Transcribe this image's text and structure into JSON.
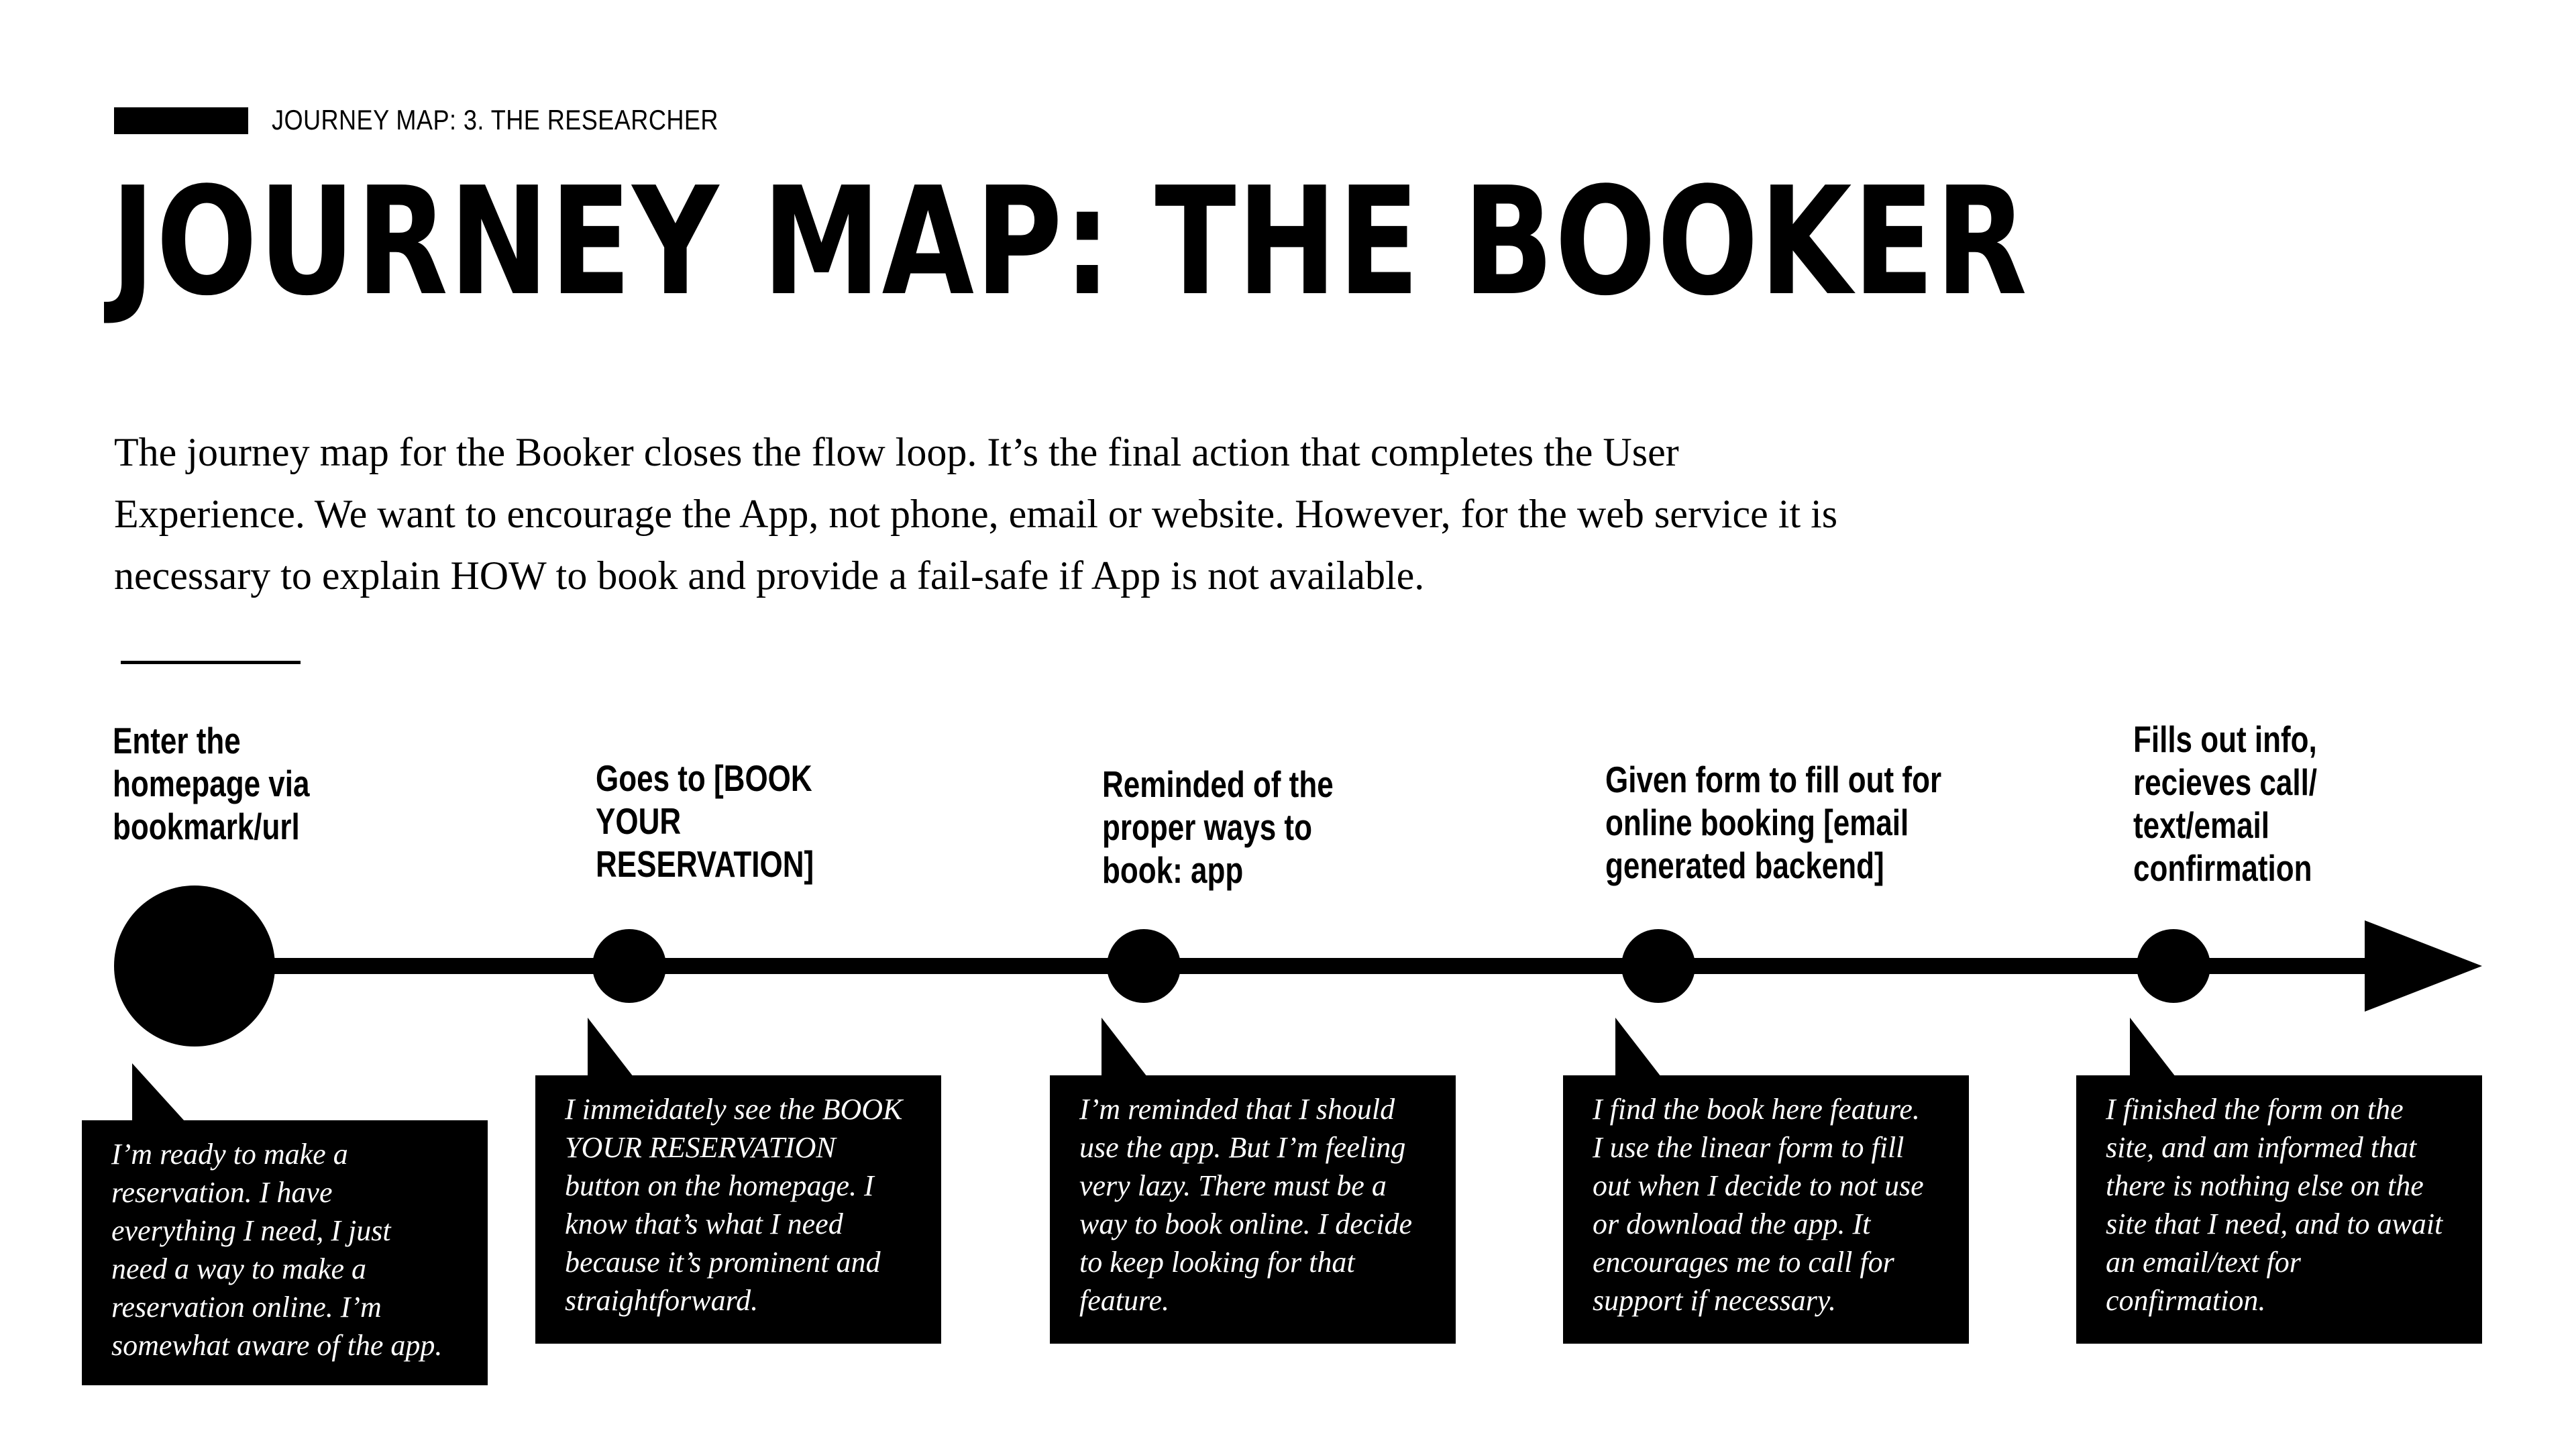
{
  "header": {
    "kicker": "JOURNEY MAP: 3. THE RESEARCHER",
    "title": "JOURNEY MAP: THE BOOKER"
  },
  "intro": {
    "lines": [
      "The journey map for the Booker closes the flow loop. It’s the final action that completes the User",
      "Experience. We want to encourage the App, not phone, email or website. However, for the web service it is",
      "necessary to explain HOW to book and provide a fail-safe if App is not available."
    ]
  },
  "stages": [
    {
      "label": [
        "Enter the",
        "homepage via",
        "bookmark/url"
      ],
      "quote": [
        "I’m ready to make a",
        "reservation. I have",
        "everything I need, I just",
        "need a way to make a",
        "reservation online. I’m",
        "somewhat aware of the app."
      ]
    },
    {
      "label": [
        "Goes to [BOOK",
        "YOUR",
        "RESERVATION]"
      ],
      "quote": [
        "I immeidately see the BOOK",
        "YOUR RESERVATION",
        "button on the homepage. I",
        "know that’s what I need",
        "because it’s prominent and",
        "straightforward."
      ]
    },
    {
      "label": [
        "Reminded of the",
        "proper ways to",
        "book: app"
      ],
      "quote": [
        "I’m reminded that I should",
        "use the app. But I’m feeling",
        "very lazy. There must be a",
        "way to book online. I decide",
        "to keep looking for that",
        "feature."
      ]
    },
    {
      "label": [
        "Given form to fill out for",
        "online booking [email",
        "generated backend]"
      ],
      "quote": [
        "I find the book here feature.",
        "I use the linear form to fill",
        "out when I decide to not use",
        "or download the app. It",
        "encourages me to call for",
        "support if necessary."
      ]
    },
    {
      "label": [
        "Fills out info,",
        "recieves call/",
        "text/email",
        "confirmation"
      ],
      "quote": [
        "I finished the form on the",
        "site, and am informed that",
        "there is nothing else on the",
        "site that I need, and to await",
        "an email/text for",
        "confirmation."
      ]
    }
  ]
}
